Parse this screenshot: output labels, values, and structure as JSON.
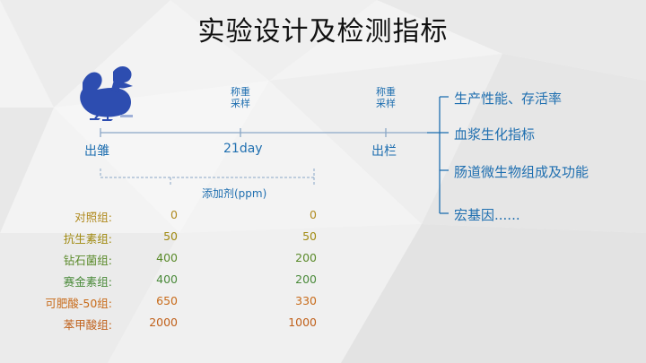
{
  "title": "实验设计及检测指标",
  "timeline": {
    "start": "出雏",
    "mid": "21day",
    "end": "出栏",
    "sample1": [
      "称重",
      "采样"
    ],
    "sample2": [
      "称重",
      "采样"
    ]
  },
  "additive_label": "添加剂(ppm)",
  "groups": [
    {
      "name": "对照组:",
      "v1": "0",
      "v2": "0",
      "color": "#b08a1e"
    },
    {
      "name": "抗生素组:",
      "v1": "50",
      "v2": "50",
      "color": "#a08a10"
    },
    {
      "name": "钻石菌组:",
      "v1": "400",
      "v2": "200",
      "color": "#5a8a2a"
    },
    {
      "name": "赛金素组:",
      "v1": "400",
      "v2": "200",
      "color": "#4a8a3a"
    },
    {
      "name": "可肥酸-50组:",
      "v1": "650",
      "v2": "330",
      "color": "#c86a18"
    },
    {
      "name": "苯甲酸组:",
      "v1": "2000",
      "v2": "1000",
      "color": "#c0601a"
    }
  ],
  "outcomes": [
    "生产性能、存活率",
    "血浆生化指标",
    "肠道微生物组成及功能",
    "宏基因......"
  ],
  "colors": {
    "accent": "#1f6fb0",
    "duck": "#2d4db0"
  },
  "icons": {
    "duck": "duck-icon"
  }
}
